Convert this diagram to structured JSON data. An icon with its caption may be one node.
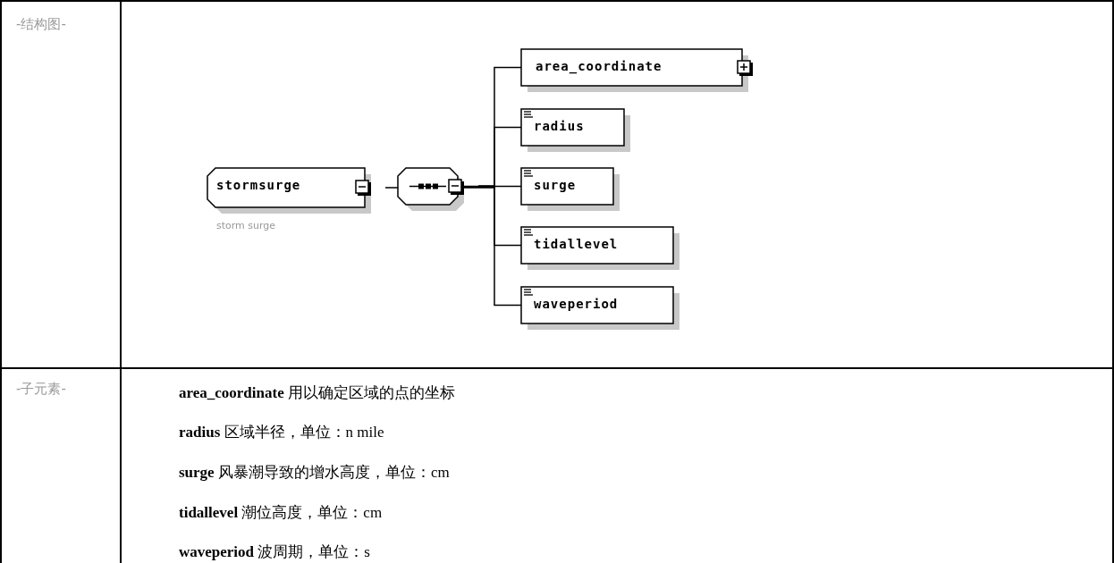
{
  "diagram": {
    "nodes": [
      {
        "text": [
          "stormsurge"
        ],
        "beside": [
          "storm surge"
        ]
      },
      {
        "text": [],
        "shape": "octagon"
      },
      {
        "text": [
          "area_coordinate"
        ]
      },
      {
        "text": [
          "radius"
        ]
      },
      {
        "text": [
          "surge"
        ]
      },
      {
        "text": [
          "tidallevel"
        ]
      },
      {
        "text": [
          "waveperiod"
        ]
      }
    ],
    "edges": [
      {
        "from": 0,
        "to": 1,
        "arrow": "none"
      },
      {
        "from": 1,
        "to": 2,
        "arrow": "none"
      },
      {
        "from": 1,
        "to": 3,
        "arrow": "none"
      },
      {
        "from": 1,
        "to": 4,
        "arrow": "none"
      },
      {
        "from": 1,
        "to": 5,
        "arrow": "none"
      },
      {
        "from": 1,
        "to": 6,
        "arrow": "none"
      }
    ],
    "labels": [
      "-结构图-",
      "-子元素-",
      "**area_coordinate** 用以确定区域的点的坐标",
      "**radius** 区域半径，单位：n mile",
      "**surge** 风暴潮导致的增水高度，单位：cm",
      "**tidallevel** 潮位高度，单位：cm",
      "**waveperiod** 波周期，单位：s"
    ]
  }
}
